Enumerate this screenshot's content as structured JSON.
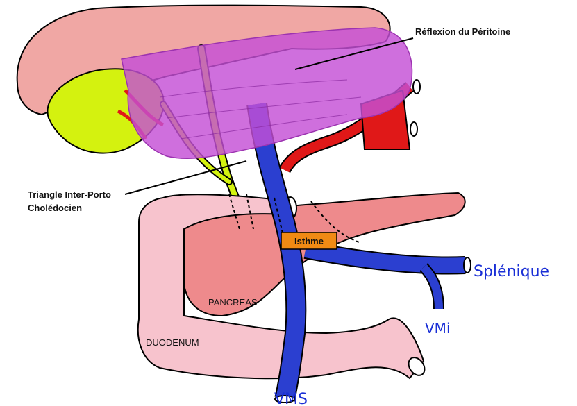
{
  "labels": {
    "reflexion": "Réflexion du Péritoine",
    "triangle_line1": "Triangle Inter-Porto",
    "triangle_line2": "Cholédocien",
    "isthme": "Isthme",
    "pancreas": "PANCREAS",
    "duodenum": "DUODENUM",
    "splenique": "Splénique",
    "vmi": "VMi",
    "vms": "VMS"
  },
  "colors": {
    "liver": "#f0a7a4",
    "gallbladder": "#d4f20f",
    "peritoneum": "#c44fd6",
    "artery": "#e01818",
    "vein": "#2b3fd0",
    "pancreas": "#ee8a8c",
    "duodenum": "#f7c3cd",
    "isthme": "#f08a14",
    "handwriting": "#1a2fd6"
  }
}
